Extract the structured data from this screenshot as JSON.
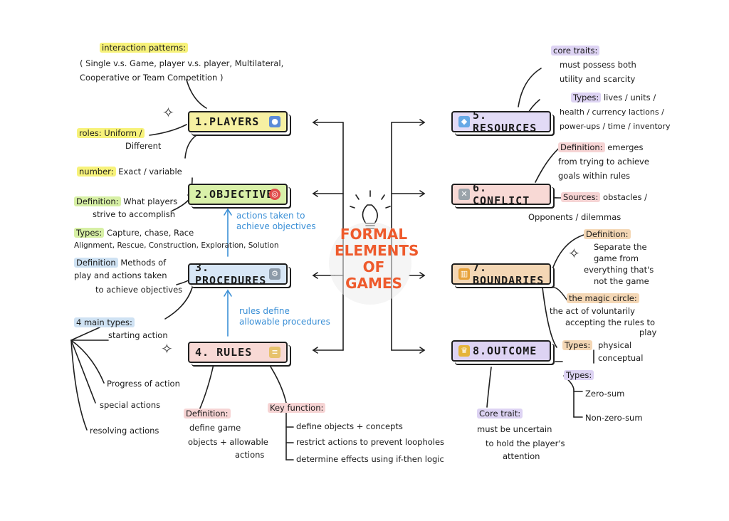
{
  "center": {
    "title_lines": [
      "FORMAL",
      "ELEMENTS",
      "OF",
      "GAMES"
    ]
  },
  "colors": {
    "title": "#ee5a2c",
    "note": "#3a8fd6",
    "yellow": "#f7f27a",
    "green": "#d7f0a5",
    "purple": "#ddd3f3",
    "pink": "#f6d4d4",
    "orange": "#f4d7b5"
  },
  "boxes": {
    "players": {
      "label": "1.PLAYERS",
      "icon": "people-icon"
    },
    "objectives": {
      "label": "2.OBJECTIVES",
      "icon": "target-icon"
    },
    "procedures": {
      "label": "3. PROCEDURES",
      "icon": "gear-icon"
    },
    "rules": {
      "label": "4. RULES",
      "icon": "scroll-icon"
    },
    "resources": {
      "label": "5. RESOURCES",
      "icon": "diamond-icon"
    },
    "conflict": {
      "label": "6. CONFLICT",
      "icon": "swords-icon"
    },
    "boundaries": {
      "label": "7. BOUNDARIES",
      "icon": "barrier-icon"
    },
    "outcome": {
      "label": "8.OUTCOME",
      "icon": "trophy-icon"
    }
  },
  "players": {
    "interaction_heading": "interaction patterns:",
    "interaction_line1": "( Single v.s. Game, player v.s. player, Multilateral,",
    "interaction_line2": "Cooperative or Team Competition )",
    "roles_label": "roles: Uniform /",
    "roles_line2": "Different",
    "number_label": "number:",
    "number_text": "Exact / variable"
  },
  "objectives": {
    "definition_label": "Definition:",
    "definition_text": "What players",
    "definition_line2": "strive to accomplish",
    "types_label": "Types:",
    "types_text": "Capture, chase, Race",
    "types_line2": "Alignment, Rescue, Construction, Exploration, Solution",
    "blue_note_line1": "actions taken to",
    "blue_note_line2": "achieve objectives"
  },
  "procedures": {
    "definition_label": "Definition",
    "definition_text": "Methods of",
    "definition_line2": "play and actions taken",
    "definition_line3": "to achieve objectives",
    "main_types_label": "4 main types:",
    "types": [
      "starting action",
      "Progress of action",
      "special actions",
      "resolving actions"
    ],
    "blue_note_line1": "rules define",
    "blue_note_line2": "allowable procedures"
  },
  "rules": {
    "definition_label": "Definition:",
    "definition_line1": "define game",
    "definition_line2": "objects + allowable",
    "definition_line3": "actions",
    "key_function_label": "Key function:",
    "key_functions": [
      "define objects + concepts",
      "restrict actions to prevent loopholes",
      "determine effects using if-then logic"
    ]
  },
  "resources": {
    "core_traits_label": "core traits:",
    "core_traits_line1": "must possess both",
    "core_traits_line2": "utility and scarcity",
    "types_label": "Types:",
    "types_text": "lives / units /",
    "types_line2": "health / currency lactions /",
    "types_line3": "power-ups / time / inventory"
  },
  "conflict": {
    "definition_label": "Definition:",
    "definition_text": "emerges",
    "definition_line2": "from trying to achieve",
    "definition_line3": "goals within rules",
    "sources_label": "Sources:",
    "sources_text": "obstacles /",
    "sources_line2": "Opponents / dilemmas"
  },
  "boundaries": {
    "definition_label": "Definition:",
    "definition_line1": "Separate the",
    "definition_line2": "game from",
    "definition_line3": "everything that's",
    "definition_line4": "not the game",
    "magic_label": "the magic circle:",
    "magic_line1": "the act of voluntarily",
    "magic_line2": "accepting the rules to",
    "magic_line3": "play",
    "types_label": "Types:",
    "types_line1": "physical",
    "types_line2": "conceptual"
  },
  "outcome": {
    "types_label": "Types:",
    "types": [
      "Zero-sum",
      "Non-zero-sum"
    ],
    "core_trait_label": "Core trait:",
    "core_trait_line1": "must be uncertain",
    "core_trait_line2": "to hold the player's",
    "core_trait_line3": "attention"
  }
}
